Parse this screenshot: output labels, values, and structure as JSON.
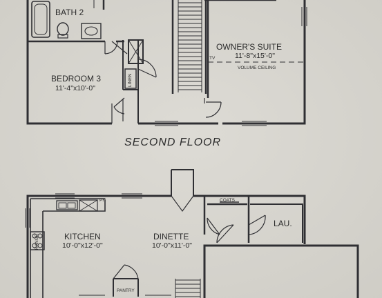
{
  "plan": {
    "second_floor": {
      "title": "SECOND FLOOR",
      "rooms": {
        "bath2": {
          "name": "BATH 2"
        },
        "bedroom3": {
          "name": "BEDROOM 3",
          "dims": "11'-4\"x10'-0\""
        },
        "owners_suite": {
          "name": "OWNER'S SUITE",
          "dims": "11'-8\"x15'-0\"",
          "note": "VOLUME CEILING"
        }
      },
      "tags": {
        "linen": "LINEN",
        "tv": "TV"
      }
    },
    "first_floor": {
      "rooms": {
        "kitchen": {
          "name": "KITCHEN",
          "dims": "10'-0\"x12'-0\""
        },
        "dinette": {
          "name": "DINETTE",
          "dims": "10'-0\"x11'-0\""
        },
        "laundry": {
          "name": "LAU."
        }
      },
      "tags": {
        "coats": "COATS",
        "pantry": "PANTRY",
        "ph": "PH",
        "range": "RANGE"
      }
    }
  }
}
